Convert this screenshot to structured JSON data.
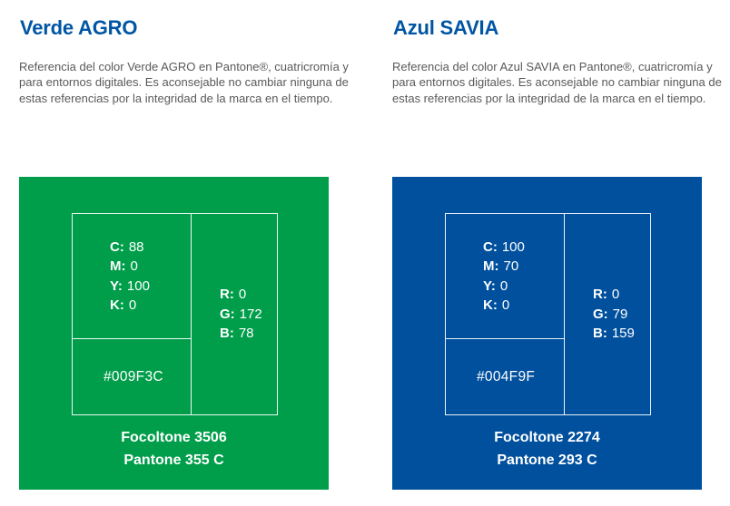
{
  "colors": {
    "title_blue": "#0055A4",
    "body_gray": "#58595B",
    "card_text": "#FFFFFF",
    "verde_agro_swatch": "#009E4A",
    "azul_savia_swatch": "#00509E"
  },
  "sections": [
    {
      "title": "Verde AGRO",
      "description": "Referencia del color Verde AGRO en Pantone®, cuatricromía y para entornos digitales. Es aconsejable no cambiar ninguna de estas referencias por la integridad de la marca en el tiempo.",
      "swatch_color": "#009E4A",
      "cmyk": [
        {
          "label": "C:",
          "value": "88"
        },
        {
          "label": "M:",
          "value": "0"
        },
        {
          "label": "Y:",
          "value": "100"
        },
        {
          "label": "K:",
          "value": "0"
        }
      ],
      "rgb": [
        {
          "label": "R:",
          "value": "0"
        },
        {
          "label": "G:",
          "value": "172"
        },
        {
          "label": "B:",
          "value": "78"
        }
      ],
      "hex": "#009F3C",
      "focoltone": "Focoltone 3506",
      "pantone": "Pantone 355 C"
    },
    {
      "title": "Azul SAVIA",
      "description": "Referencia del color Azul SAVIA en Pantone®, cuatricromía y para entornos digitales. Es aconsejable no cambiar ninguna de estas referencias por la integridad de la marca en el tiempo.",
      "swatch_color": "#00509E",
      "cmyk": [
        {
          "label": "C:",
          "value": "100"
        },
        {
          "label": "M:",
          "value": "70"
        },
        {
          "label": "Y:",
          "value": "0"
        },
        {
          "label": "K:",
          "value": "0"
        }
      ],
      "rgb": [
        {
          "label": "R:",
          "value": "0"
        },
        {
          "label": "G:",
          "value": "79"
        },
        {
          "label": "B:",
          "value": "159"
        }
      ],
      "hex": "#004F9F",
      "focoltone": "Focoltone 2274",
      "pantone": "Pantone 293 C"
    }
  ]
}
